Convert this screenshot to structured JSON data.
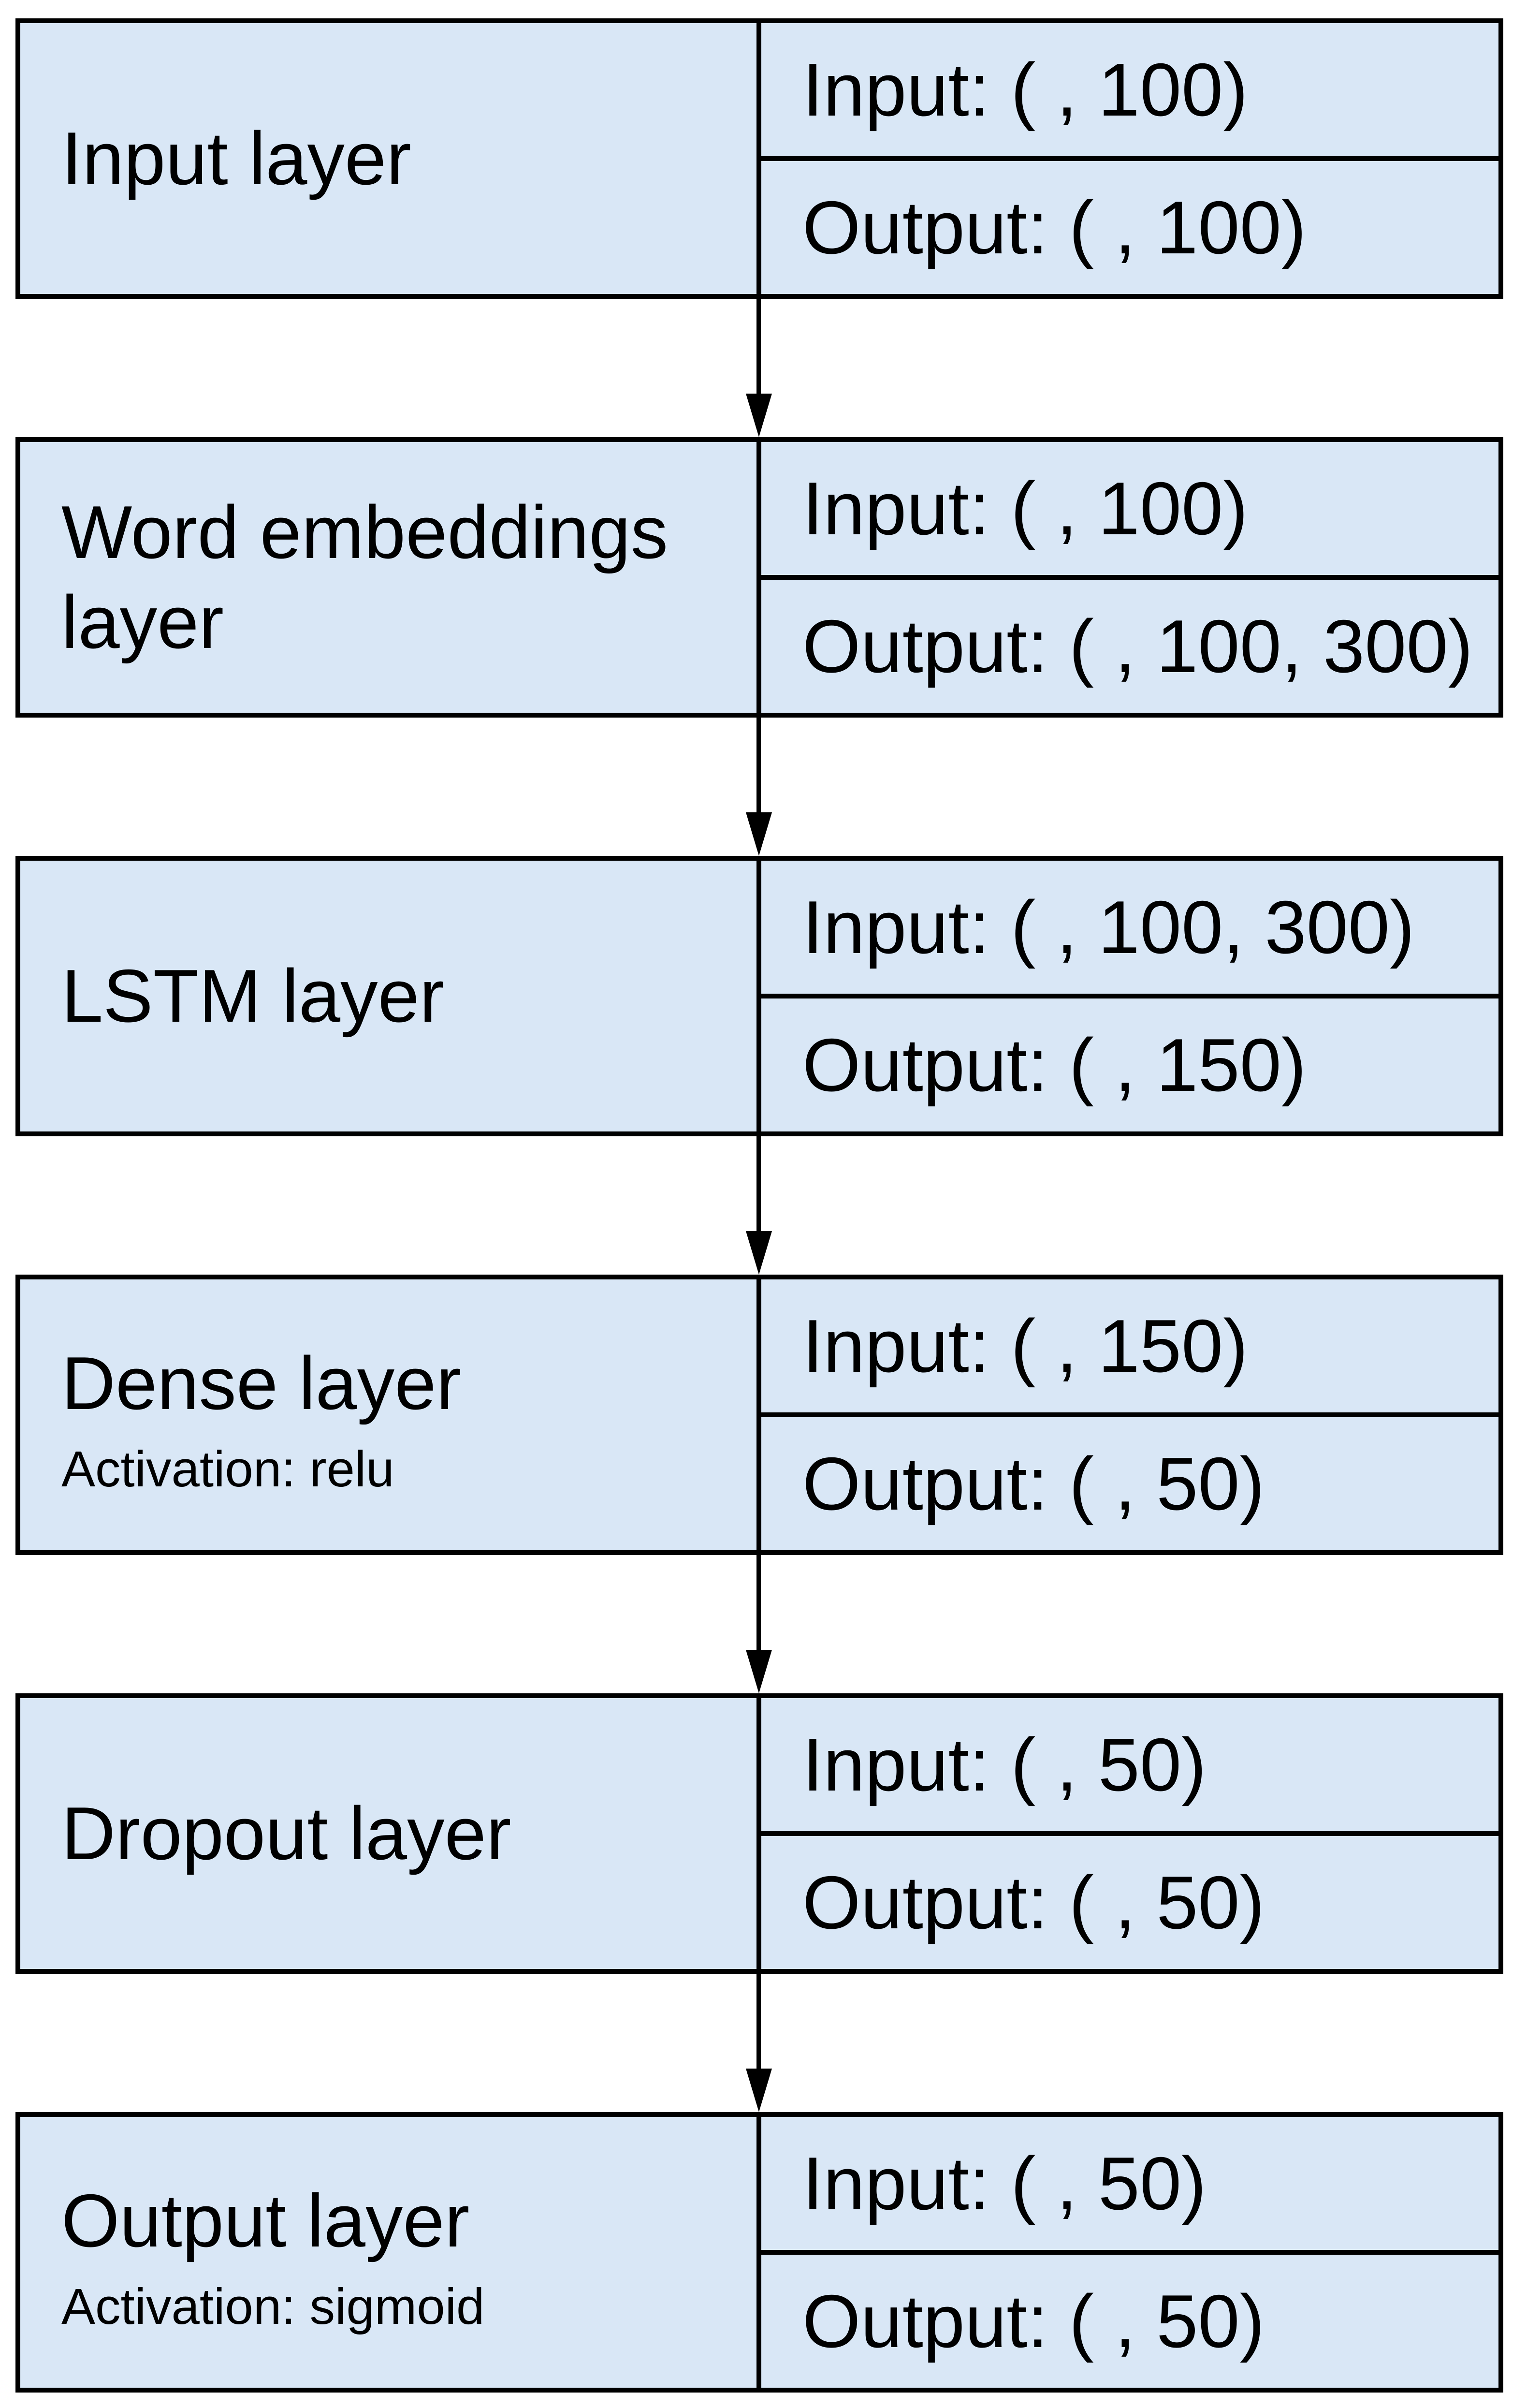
{
  "colors": {
    "box_fill": "#d9e7f6",
    "border": "#000000",
    "background": "#ffffff"
  },
  "layers": [
    {
      "name": "Input layer",
      "input_text": "Input: ( , 100)",
      "output_text": "Output: ( , 100)"
    },
    {
      "name": "Word embeddings layer",
      "input_text": "Input: ( , 100)",
      "output_text": "Output: ( , 100, 300)"
    },
    {
      "name": "LSTM layer",
      "input_text": "Input: ( , 100, 300)",
      "output_text": "Output: ( , 150)"
    },
    {
      "name": "Dense layer",
      "activation_text": "Activation: relu",
      "input_text": "Input: ( , 150)",
      "output_text": "Output: ( , 50)"
    },
    {
      "name": "Dropout layer",
      "input_text": "Input: ( , 50)",
      "output_text": "Output: ( , 50)"
    },
    {
      "name": "Output layer",
      "activation_text": "Activation: sigmoid",
      "input_text": "Input: ( , 50)",
      "output_text": "Output: ( , 50)"
    }
  ]
}
